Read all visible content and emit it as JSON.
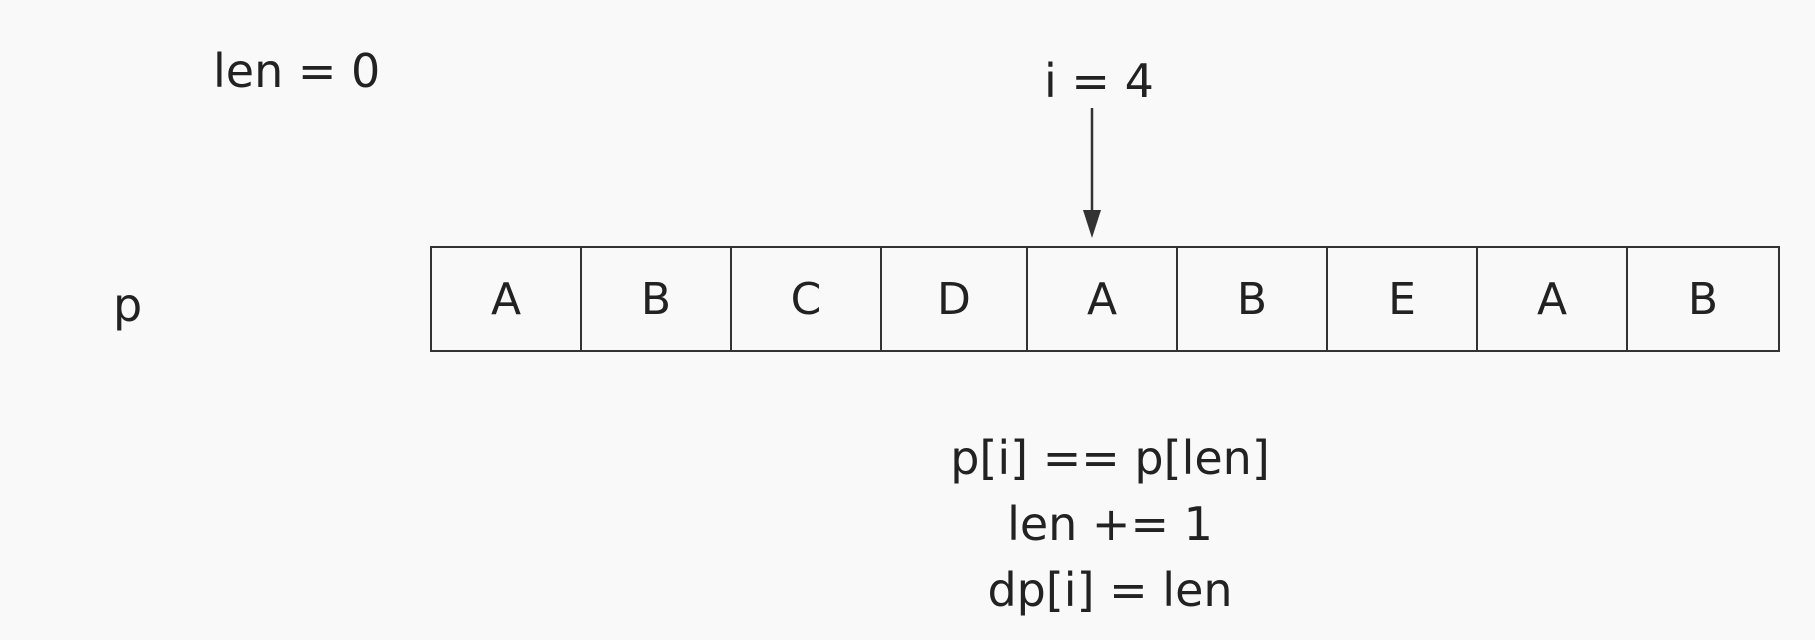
{
  "labels": {
    "len": "len = 0",
    "i": "i = 4",
    "array_name": "p"
  },
  "array": {
    "cells": [
      "A",
      "B",
      "C",
      "D",
      "A",
      "B",
      "E",
      "A",
      "B"
    ],
    "pointer_index": 4
  },
  "steps": [
    "p[i] == p[len]",
    "len += 1",
    "dp[i] = len"
  ],
  "colors": {
    "background": "#f9f9f9",
    "stroke": "#333333",
    "text": "#222222"
  }
}
